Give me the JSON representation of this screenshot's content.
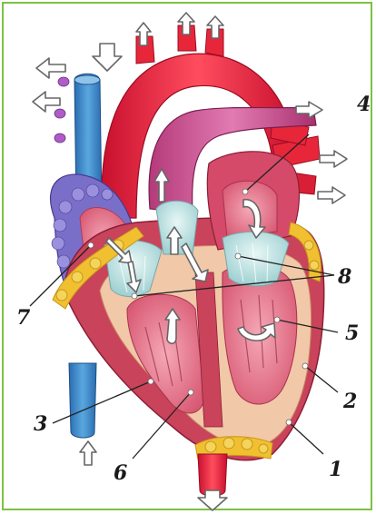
{
  "labels": {
    "l1": "1",
    "l2": "2",
    "l3": "3",
    "l4": "4",
    "l5": "5",
    "l6": "6",
    "l7": "7",
    "l8": "8"
  },
  "colors": {
    "frame": "#7dc142",
    "artery_red": "#e8263a",
    "vein_blue": "#3a86c8",
    "myocardium": "#c9435a",
    "fat_yellow": "#f0c030",
    "pericardium": "#f1c8a8",
    "valve": "#bfe3e3"
  }
}
